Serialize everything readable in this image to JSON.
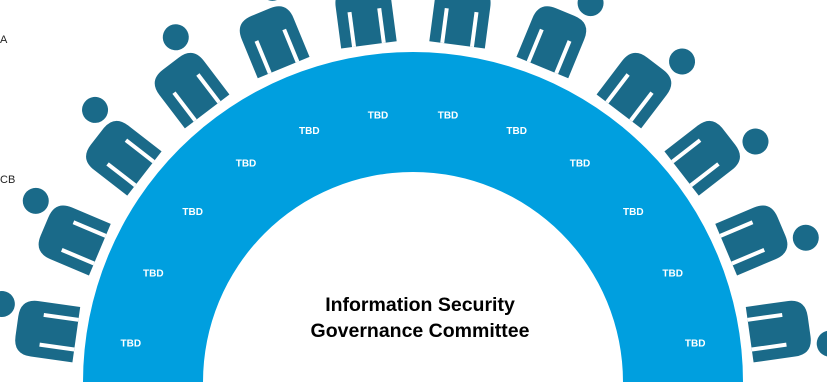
{
  "edge_text": {
    "left_top": "A",
    "left_mid": "CB"
  },
  "colors": {
    "arc": "#009fdf",
    "people": "#1a6a89",
    "people_stripe": "#ffffff",
    "label": "#ffffff"
  },
  "committee": {
    "title_line1": "Information Security",
    "title_line2": "Governance Committee"
  },
  "seats": [
    {
      "label": "TBD",
      "icon": "person-icon"
    },
    {
      "label": "TBD",
      "icon": "person-icon"
    },
    {
      "label": "TBD",
      "icon": "person-icon"
    },
    {
      "label": "TBD",
      "icon": "person-icon"
    },
    {
      "label": "TBD",
      "icon": "person-icon"
    },
    {
      "label": "TBD",
      "icon": "person-icon"
    },
    {
      "label": "TBD",
      "icon": "person-icon"
    },
    {
      "label": "TBD",
      "icon": "person-icon"
    },
    {
      "label": "TBD",
      "icon": "person-icon"
    },
    {
      "label": "TBD",
      "icon": "person-icon"
    },
    {
      "label": "TBD",
      "icon": "person-icon"
    },
    {
      "label": "TBD",
      "icon": "person-icon"
    }
  ]
}
